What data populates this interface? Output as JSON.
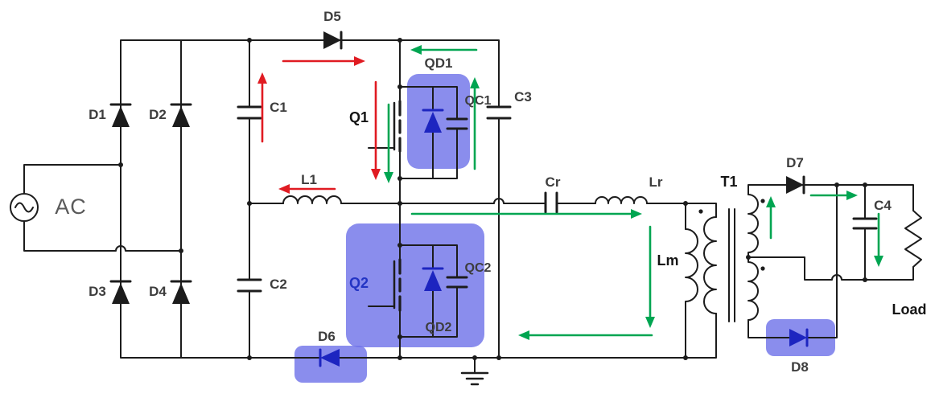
{
  "labels": {
    "ac": "AC",
    "d1": "D1",
    "d2": "D2",
    "d3": "D3",
    "d4": "D4",
    "d5": "D5",
    "d6": "D6",
    "d7": "D7",
    "d8": "D8",
    "c1": "C1",
    "c2": "C2",
    "c3": "C3",
    "c4": "C4",
    "cr": "Cr",
    "l1": "L1",
    "lr": "Lr",
    "lm": "Lm",
    "q1": "Q1",
    "q2": "Q2",
    "qd1": "QD1",
    "qc1": "QC1",
    "qc2": "QC2",
    "qd2": "QD2",
    "t1": "T1",
    "load": "Load"
  },
  "colors": {
    "wire": "#1c1c1c",
    "label": "#3d3d3d",
    "label-strong": "#141414",
    "label-q2": "#2334c4",
    "label-ac": "#5a5a5a",
    "component-blue": "#1d25c0",
    "highlight": "#6d70e8",
    "arrow-red": "#e01b22",
    "arrow-green": "#00a551"
  }
}
